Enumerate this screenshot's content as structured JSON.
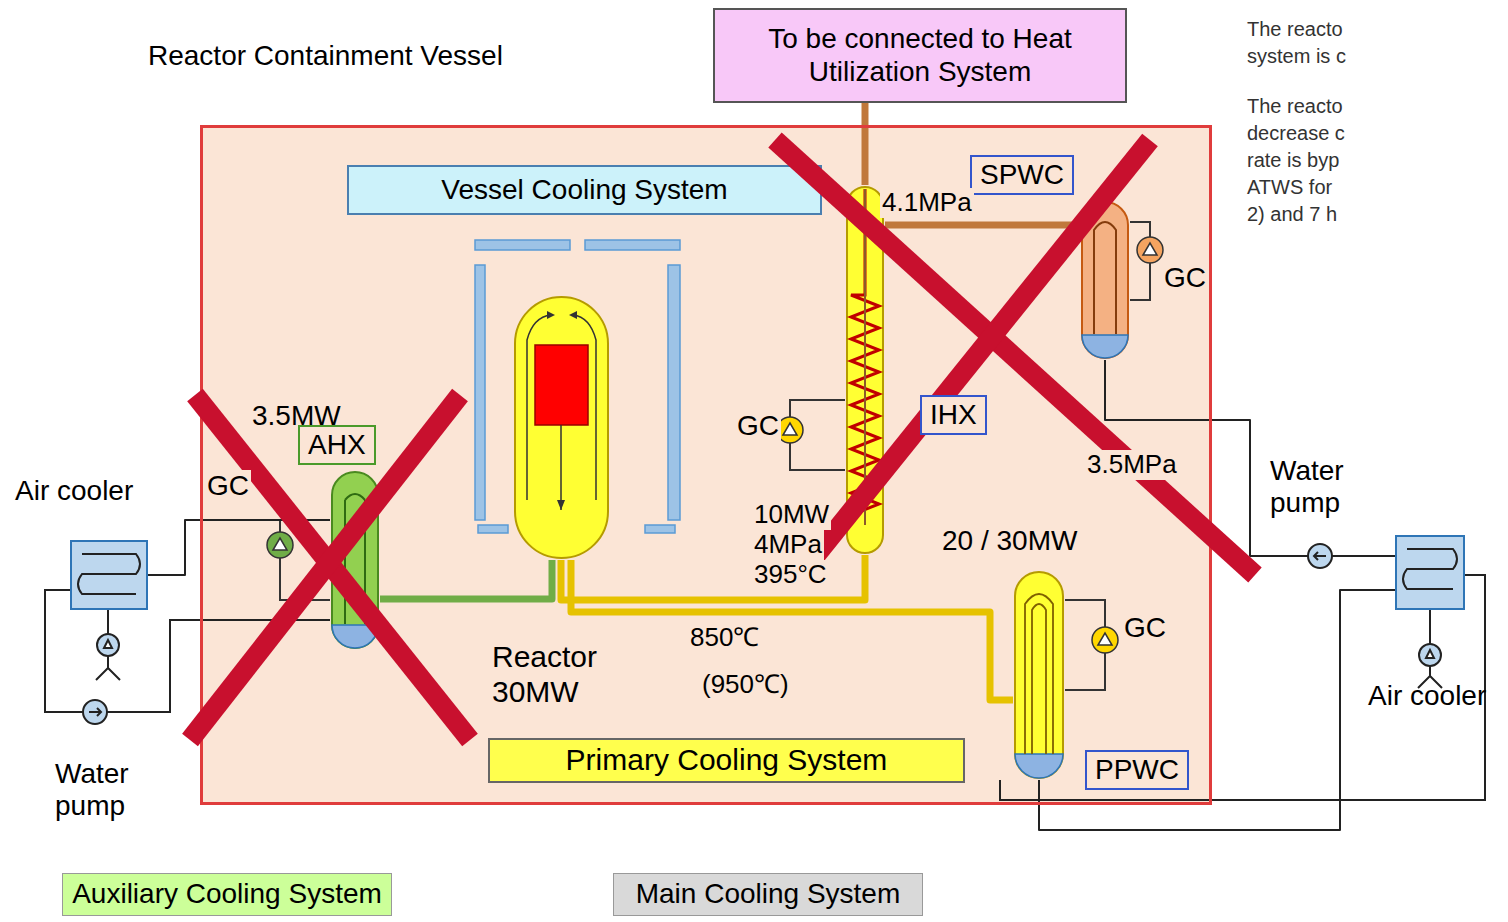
{
  "diagram": {
    "nodes": [
      {
        "text": [
          "To be connected to Heat Utilization System"
        ]
      },
      {
        "text": [
          "Reactor Containment Vessel"
        ]
      },
      {
        "text": [
          "Vessel Cooling System"
        ],
        "in": 1
      },
      {
        "text": [
          "SPWC"
        ],
        "in": 1
      },
      {
        "text": [
          "3.5MW",
          "AHX"
        ],
        "in": 1
      },
      {
        "text": [
          "Reactor 30MW"
        ],
        "in": 1
      },
      {
        "text": [
          "IHX"
        ],
        "in": 1
      },
      {
        "text": [
          "20 / 30MW",
          "PPWC"
        ],
        "in": 1
      },
      {
        "text": [
          "Primary Cooling System"
        ],
        "in": 1
      },
      {
        "text": [
          "Air cooler"
        ]
      },
      {
        "text": [
          "Air cooler"
        ]
      },
      {
        "text": [
          "Auxiliary Cooling System"
        ]
      },
      {
        "text": [
          "Main Cooling System"
        ]
      }
    ],
    "edges": [
      {
        "from": 5,
        "to": 4,
        "arrow": "none"
      },
      {
        "from": 5,
        "to": 6,
        "arrow": "none"
      },
      {
        "from": 5,
        "to": 7,
        "arrow": "none"
      },
      {
        "from": 6,
        "to": 0,
        "arrow": "none"
      },
      {
        "from": 6,
        "to": 3,
        "arrow": "none"
      },
      {
        "from": 4,
        "to": 9,
        "arrow": "none"
      },
      {
        "from": 7,
        "to": 10,
        "arrow": "none"
      },
      {
        "from": 3,
        "to": 10,
        "arrow": "none"
      }
    ],
    "labels": [
      "GC",
      "Water pump",
      "GC",
      "4.1MPa",
      "10MW",
      "4MPa",
      "395°C",
      "850℃",
      "(950℃)",
      "GC",
      "3.5MPa",
      "Water pump",
      "GC",
      "The reacto",
      "system is c",
      "The reacto",
      "decrease c",
      "rate is byp",
      "ATWS for",
      "2) and 7 h"
    ]
  }
}
